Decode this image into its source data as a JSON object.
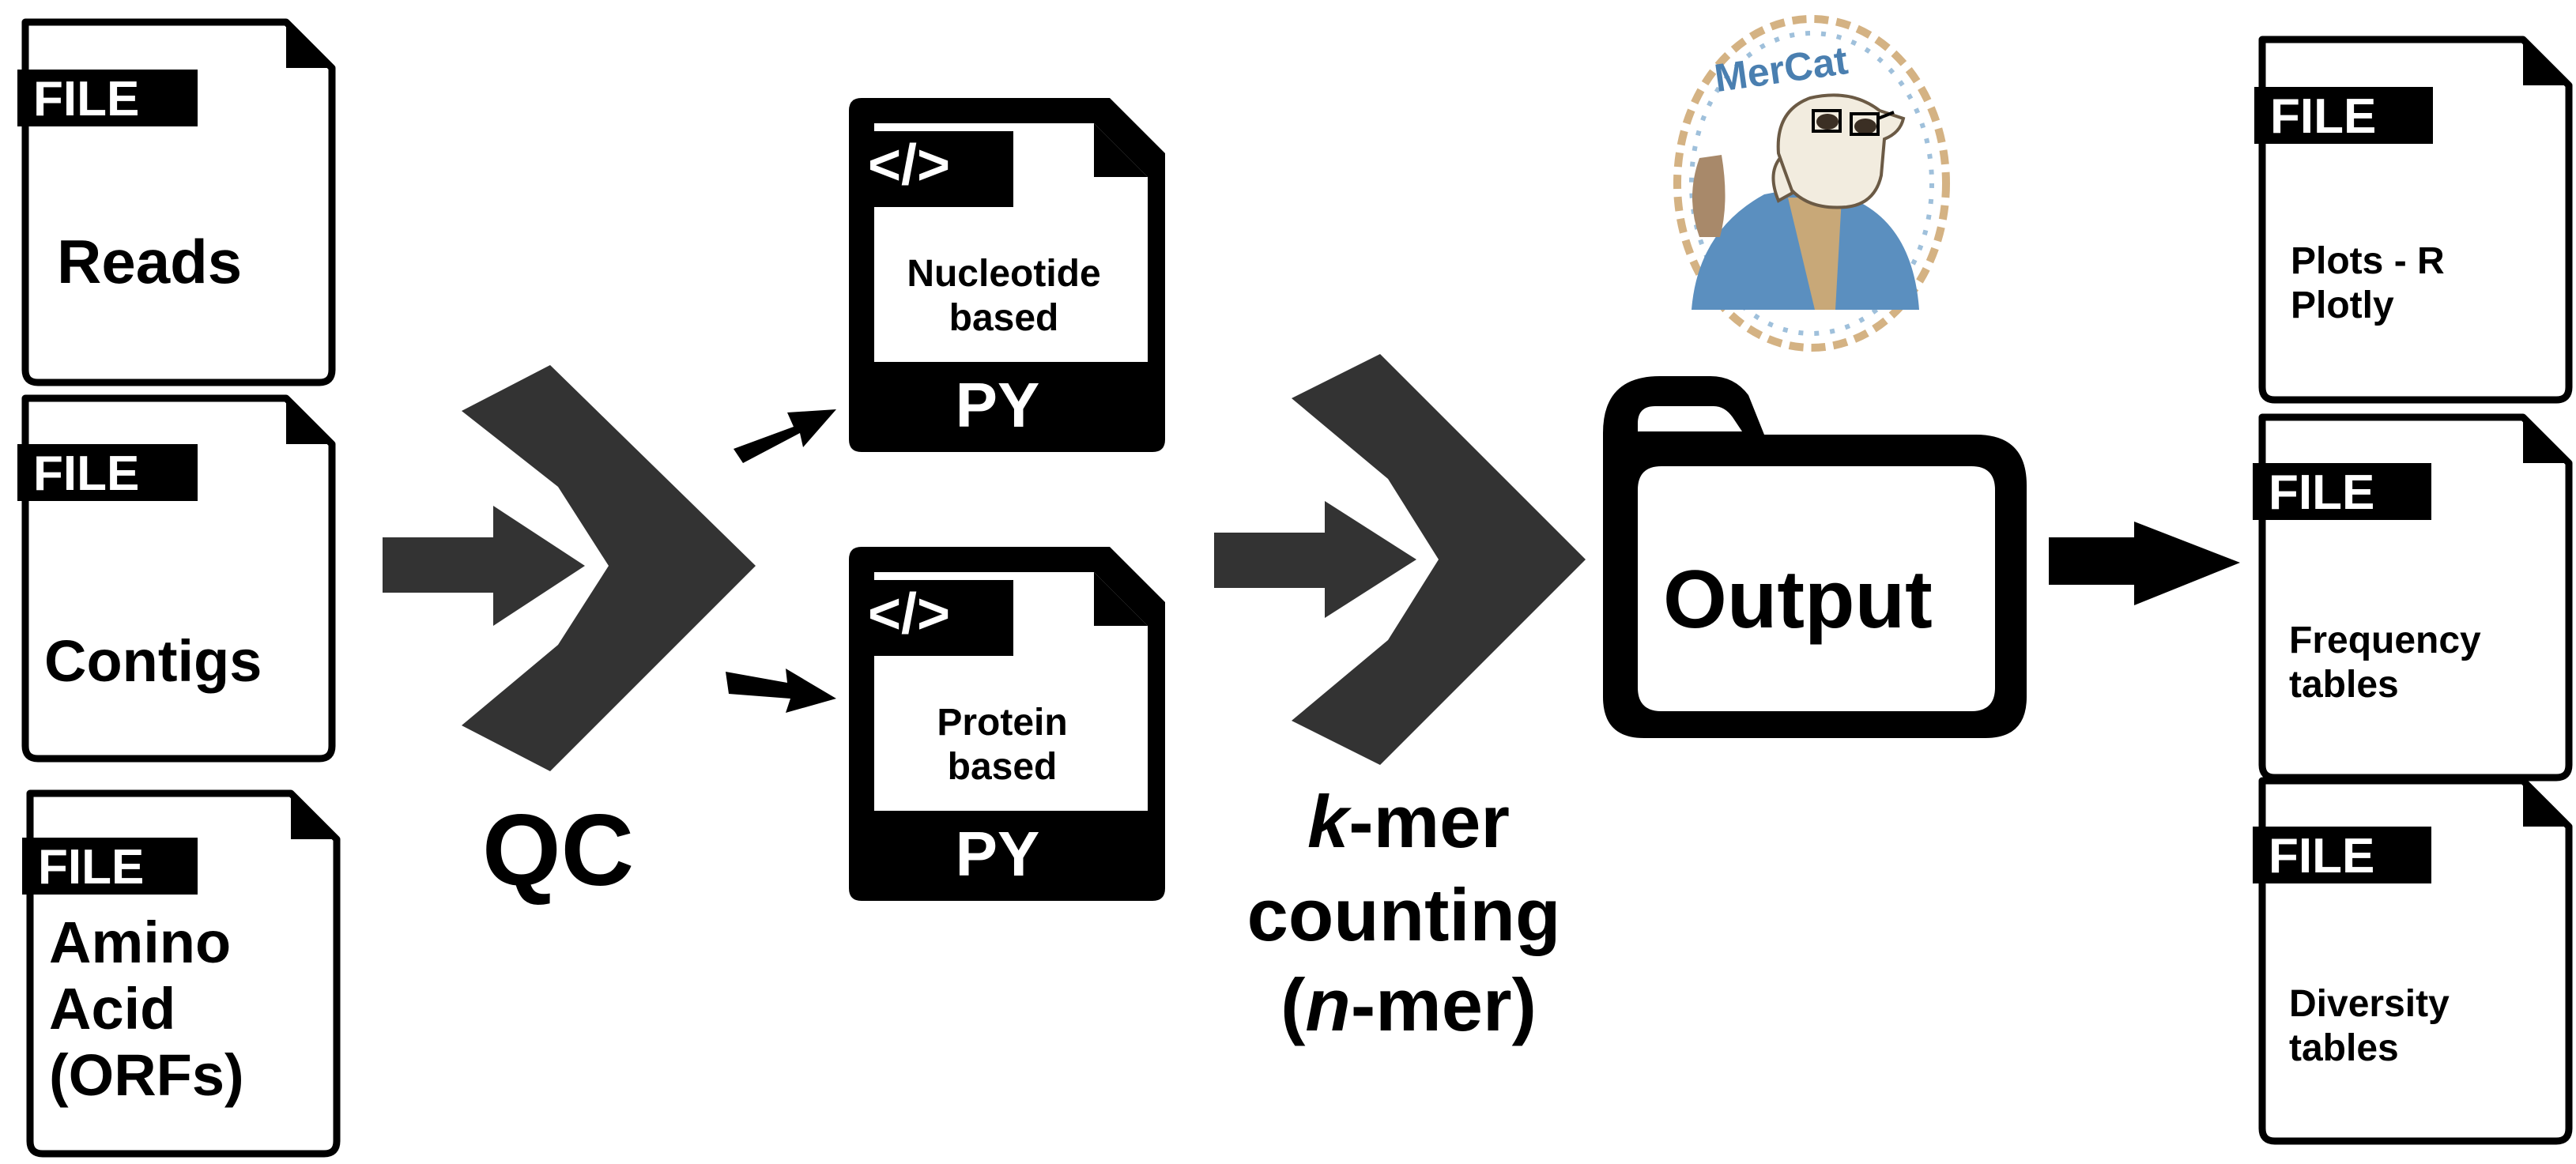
{
  "colors": {
    "ink": "#000000",
    "chevron": "#333333",
    "paper": "#ffffff",
    "logo_text": "#4a7fb0",
    "logo_coat": "#5b8fbf"
  },
  "file_tag": "FILE",
  "inputs": [
    {
      "lines": [
        "Reads"
      ]
    },
    {
      "lines": [
        "Contigs"
      ]
    },
    {
      "lines": [
        "Amino",
        "Acid",
        "(ORFs)"
      ]
    }
  ],
  "qc": {
    "label": "QC"
  },
  "scripts": [
    {
      "code_tag": "</>",
      "lines": [
        "Nucleotide",
        "based"
      ],
      "ext": "PY"
    },
    {
      "code_tag": "</>",
      "lines": [
        "Protein",
        "based"
      ],
      "ext": "PY"
    }
  ],
  "counting": {
    "k": "k",
    "mer": "-mer",
    "line2": "counting",
    "open": "(",
    "n": "n",
    "close": "-mer)"
  },
  "output": {
    "label": "Output"
  },
  "logo": {
    "text": "MerCat",
    "icon": "meerkat-mascot-icon"
  },
  "results": [
    {
      "lines": [
        "Plots - R",
        "Plotly"
      ]
    },
    {
      "lines": [
        "Frequency",
        "tables"
      ]
    },
    {
      "lines": [
        "Diversity",
        "tables"
      ]
    }
  ]
}
